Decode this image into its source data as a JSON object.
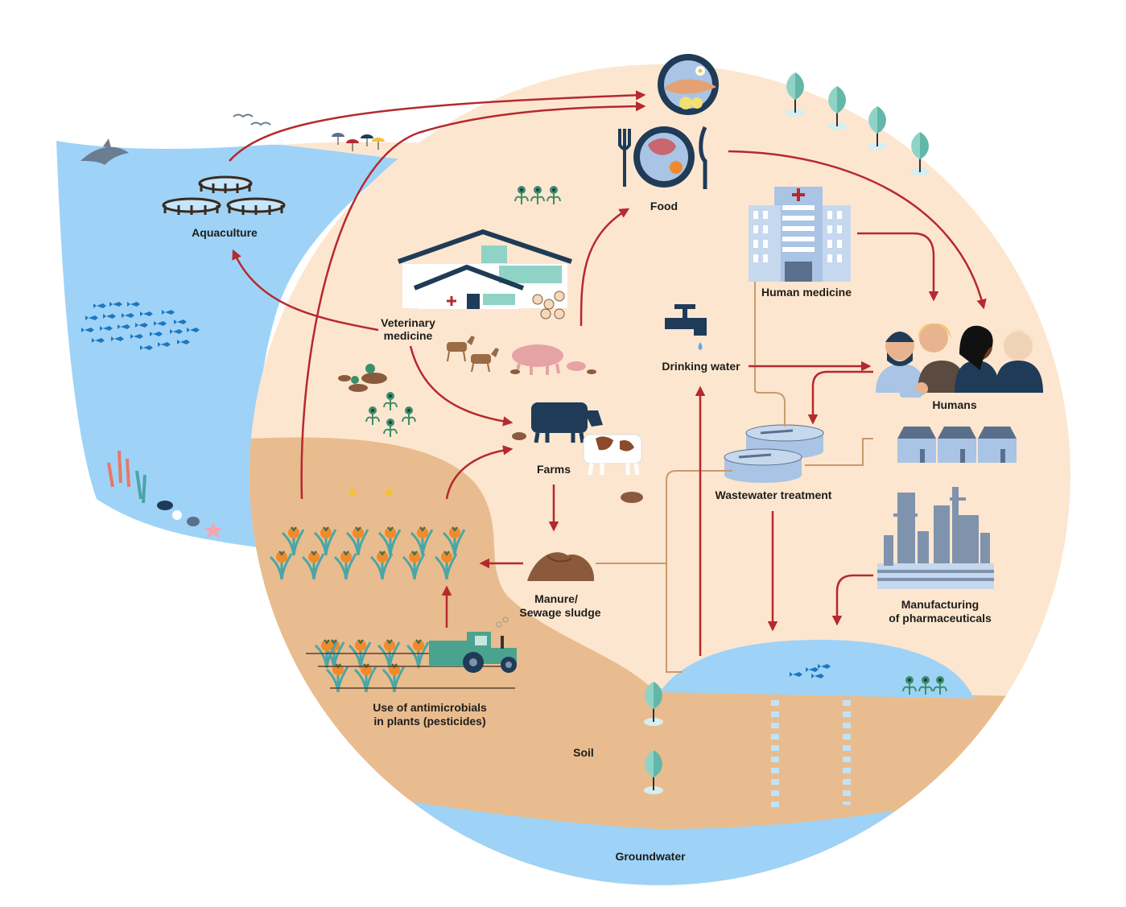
{
  "labels": {
    "aquaculture": "Aquaculture",
    "food": "Food",
    "veterinary_medicine_1": "Veterinary",
    "veterinary_medicine_2": "medicine",
    "human_medicine": "Human medicine",
    "drinking_water": "Drinking water",
    "humans": "Humans",
    "farms": "Farms",
    "wastewater_treatment": "Wastewater treatment",
    "manure_1": "Manure/",
    "manure_2": "Sewage sludge",
    "manufacturing_1": "Manufacturing",
    "manufacturing_2": "of pharmaceuticals",
    "pesticides_1": "Use of antimicrobials",
    "pesticides_2": "in plants (pesticides)",
    "soil": "Soil",
    "groundwater": "Groundwater"
  },
  "colors": {
    "land": "#fde6cf",
    "soil": "#e8bc8e",
    "water": "#9ed3f7",
    "arrow": "#b5292f",
    "pipe": "#c79a6e",
    "dark_blue": "#1f3b57",
    "teal": "#8fd3c6",
    "building": "#a9c4e4"
  },
  "icons": [
    "dolphin-icon",
    "fish-farm-icon",
    "fish-school-icon",
    "coral-icon",
    "birds-icon",
    "beach-umbrella-icon",
    "food-plate-icon",
    "fish-plate-icon",
    "tree-icon",
    "hospital-icon",
    "barn-icon",
    "goat-icon",
    "pig-icon",
    "cow-icon",
    "chicken-icon",
    "tap-icon",
    "people-icon",
    "wastewater-tank-icon",
    "houses-icon",
    "factory-icon",
    "manure-icon",
    "crop-icon",
    "tractor-icon",
    "flower-icon"
  ]
}
